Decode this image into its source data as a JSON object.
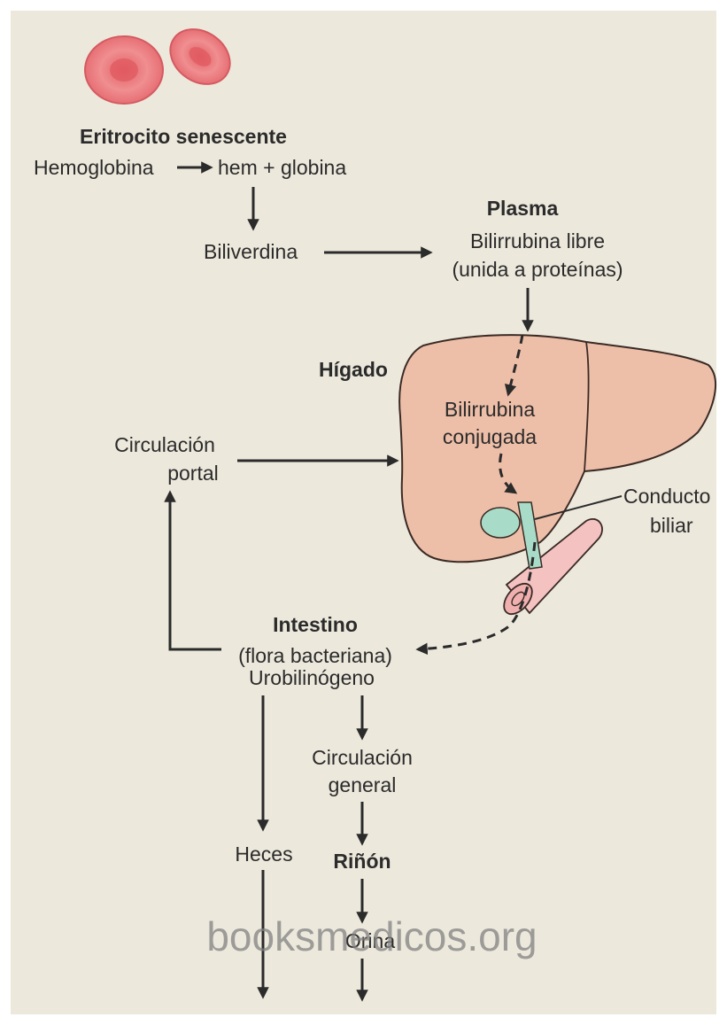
{
  "diagram": {
    "rbc_title": "Eritrocito senescente",
    "hemoglobina": "Hemoglobina",
    "hem_globina": "hem + globina",
    "biliverdina": "Biliverdina",
    "plasma_title": "Plasma",
    "bilirrubina_libre": "Bilirrubina libre",
    "unida_proteinas": "(unida a proteínas)",
    "higado": "Hígado",
    "bilirrubina": "Bilirrubina",
    "conjugada": "conjugada",
    "circulacion_portal_1": "Circulación",
    "circulacion_portal_2": "portal",
    "conducto": "Conducto",
    "biliar": "biliar",
    "intestino": "Intestino",
    "flora": "(flora bacteriana)",
    "urobilinogeno": "Urobilinógeno",
    "circulacion_general_1": "Circulación",
    "circulacion_general_2": "general",
    "heces": "Heces",
    "rinon": "Riñón",
    "orina": "Orina",
    "watermark": "booksmedicos.org"
  },
  "colors": {
    "background": "#ece8dc",
    "liver": "#eebfa8",
    "rbc": "#e9757a",
    "bile_duct": "#a8dcc8",
    "intestine": "#f5c2c2",
    "arrow": "#2b2b2b"
  },
  "icons": [
    "red-blood-cell-icon",
    "liver-icon",
    "gallbladder-icon",
    "intestine-icon"
  ]
}
